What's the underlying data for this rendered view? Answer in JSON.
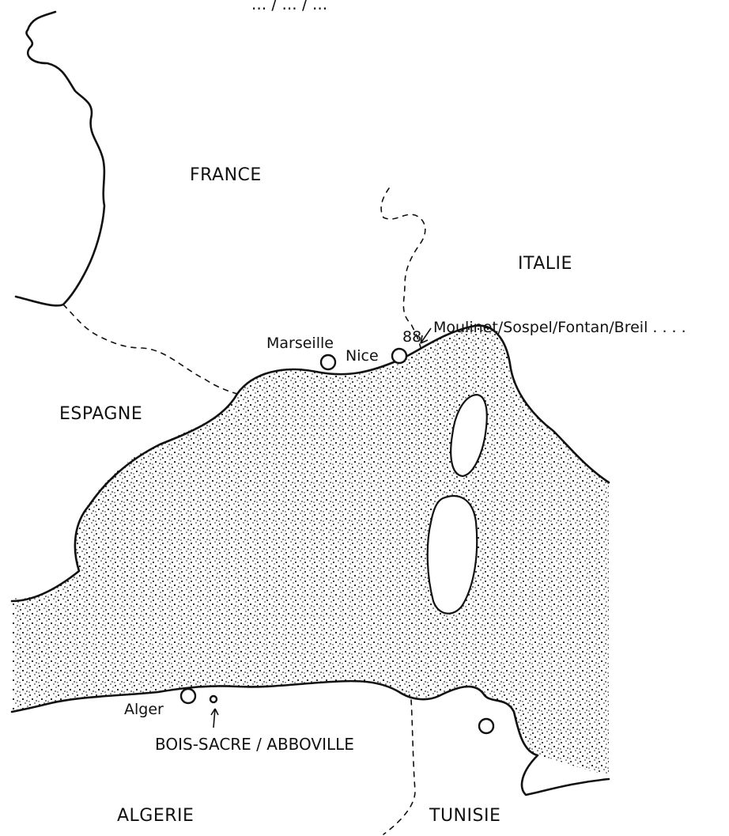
{
  "map": {
    "header_partial": "... / ... / ...",
    "countries": {
      "france": "FRANCE",
      "italie": "ITALIE",
      "espagne": "ESPAGNE",
      "algerie": "ALGERIE",
      "tunisie": "TUNISIE"
    },
    "cities": {
      "marseille": "Marseille",
      "nice": "Nice",
      "alger": "Alger"
    },
    "annotations": {
      "alpine_villages": "Moulinet/Sospel/Fontan/Breil . . . .",
      "alpine_marker": "88",
      "bois_sacre": "BOIS-SACRE / ABBOVILLE"
    },
    "colors": {
      "ink": "#111111",
      "paper": "#ffffff"
    }
  }
}
